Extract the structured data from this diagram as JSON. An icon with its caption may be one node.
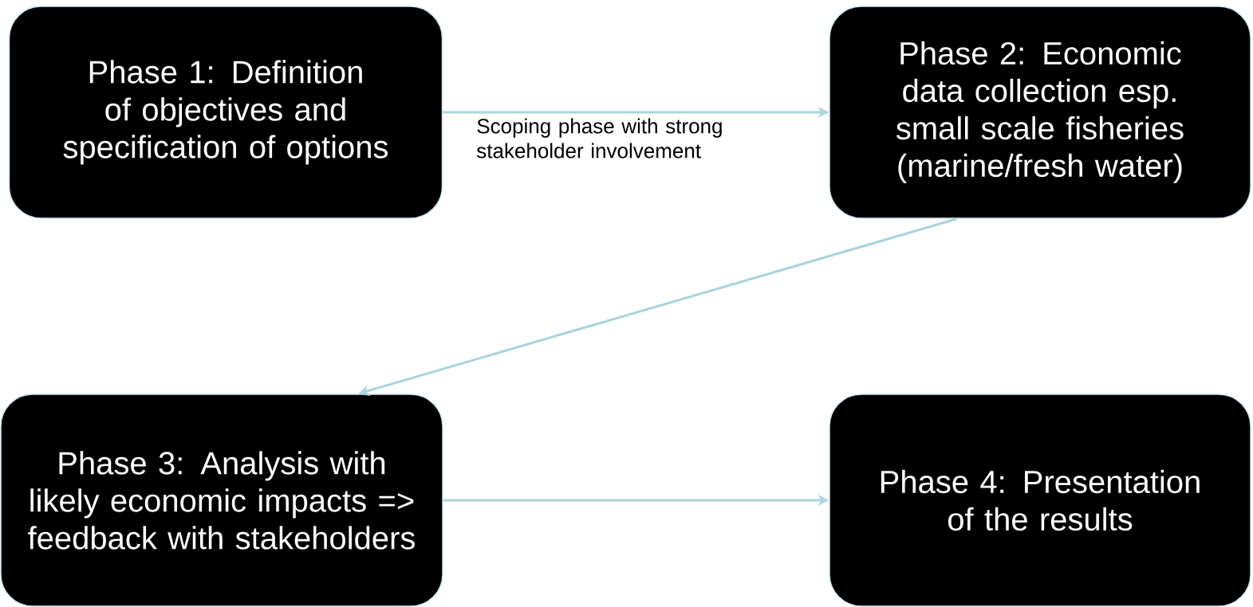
{
  "diagram": {
    "nodes": [
      {
        "text": [
          "Phase 1: Definition of objectives and specification of options"
        ]
      },
      {
        "text": [
          "Phase 2: Economic data collection esp. small scale fisheries (marine/fresh water)"
        ]
      },
      {
        "text": [
          "Phase 3: Analysis with likely economic impacts => feedback with stakeholders"
        ]
      },
      {
        "text": [
          "Phase 4: Presentation of the results"
        ]
      }
    ],
    "edges": [
      {
        "from": 0,
        "to": 1,
        "arrow": "to",
        "label": "Scoping phase with strong stakeholder involvement"
      },
      {
        "from": 1,
        "to": 2,
        "arrow": "to"
      },
      {
        "from": 2,
        "to": 3,
        "arrow": "to"
      }
    ]
  }
}
